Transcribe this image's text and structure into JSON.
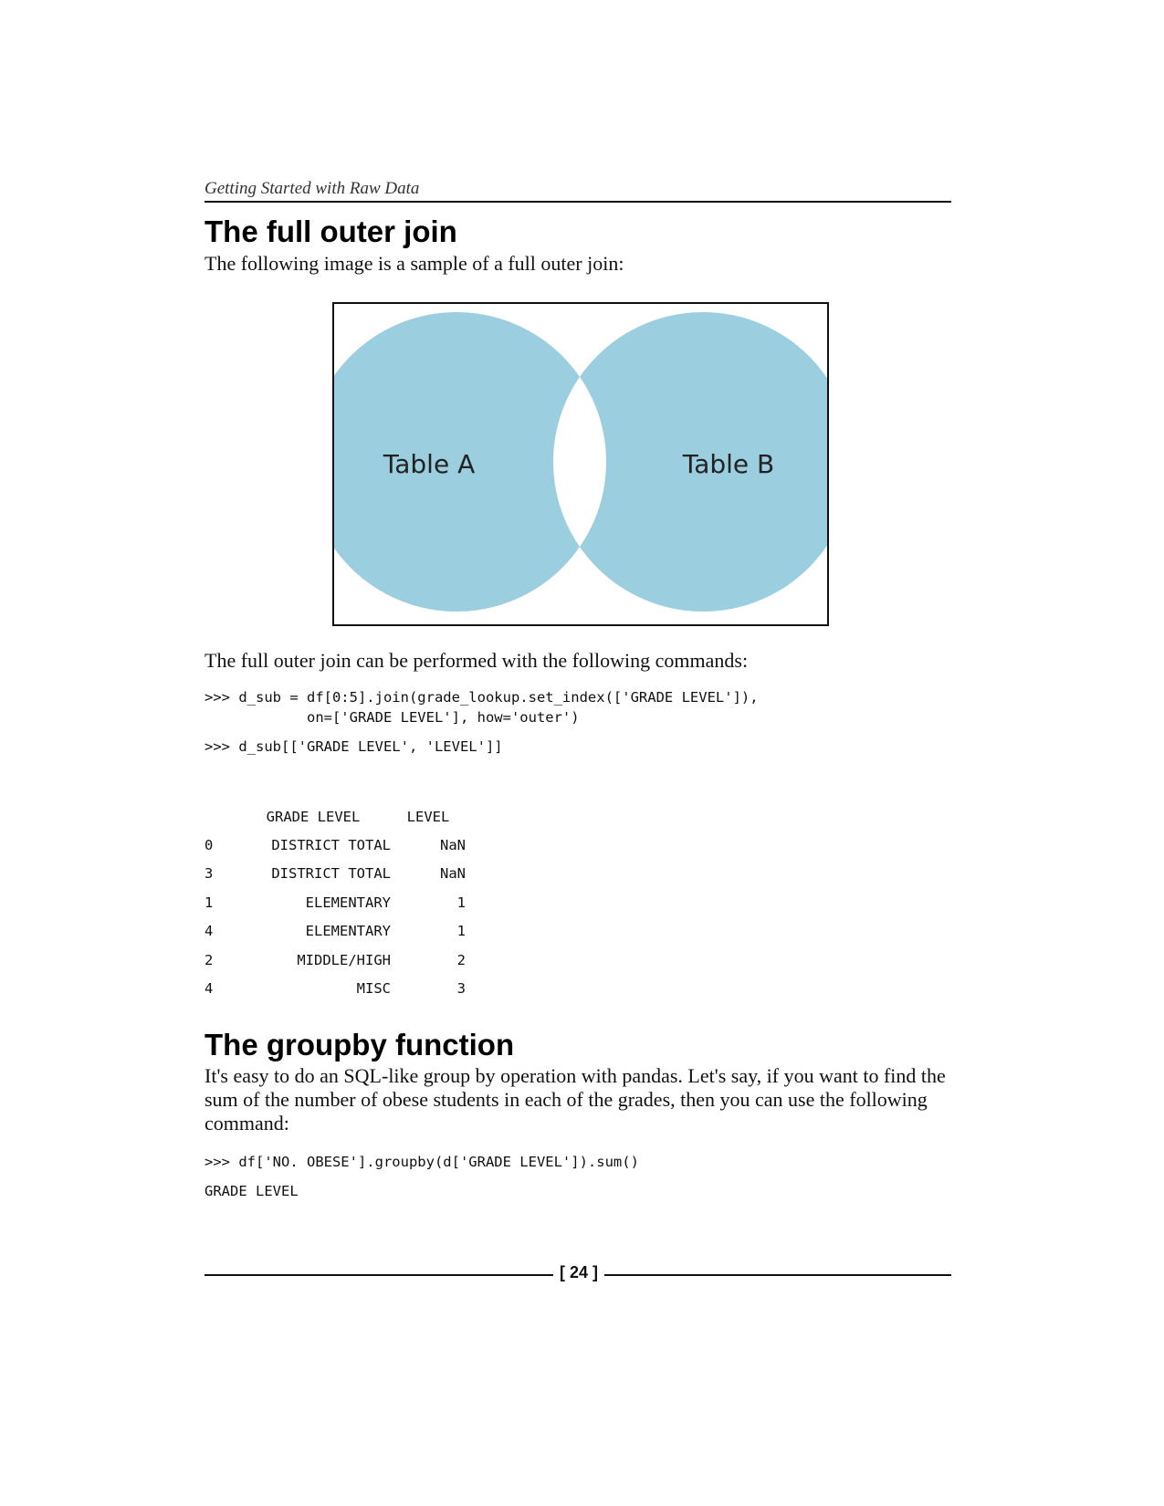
{
  "running_head": "Getting Started with Raw Data",
  "section1": {
    "title": "The full outer join",
    "intro": "The following image is a sample of a full outer join:",
    "figure": {
      "left_label": "Table A",
      "right_label": "Table B",
      "fill_color": "#9bcfdf"
    },
    "after_figure": "The full outer join can be performed with the following commands:",
    "code1_line1": ">>> d_sub = df[0:5].join(grade_lookup.set_index(['GRADE LEVEL']),",
    "code1_line2": "            on=['GRADE LEVEL'], how='outer')",
    "code2": ">>> d_sub[['GRADE LEVEL', 'LEVEL']]",
    "table": {
      "headers": [
        "",
        "GRADE LEVEL",
        "LEVEL"
      ],
      "rows": [
        [
          "0",
          "DISTRICT TOTAL",
          "NaN"
        ],
        [
          "3",
          "DISTRICT TOTAL",
          "NaN"
        ],
        [
          "1",
          "ELEMENTARY",
          "1"
        ],
        [
          "4",
          "ELEMENTARY",
          "1"
        ],
        [
          "2",
          "MIDDLE/HIGH",
          "2"
        ],
        [
          "4",
          "MISC",
          "3"
        ]
      ]
    }
  },
  "section2": {
    "title": "The groupby function",
    "para": "It's easy to do an SQL-like group by operation with pandas. Let's say, if you want to find the sum of the number of obese students in each of the grades, then you can use the following command:",
    "code1": ">>> df['NO. OBESE'].groupby(d['GRADE LEVEL']).sum()",
    "code2": "GRADE LEVEL"
  },
  "footer": {
    "page_number": "[ 24 ]"
  }
}
